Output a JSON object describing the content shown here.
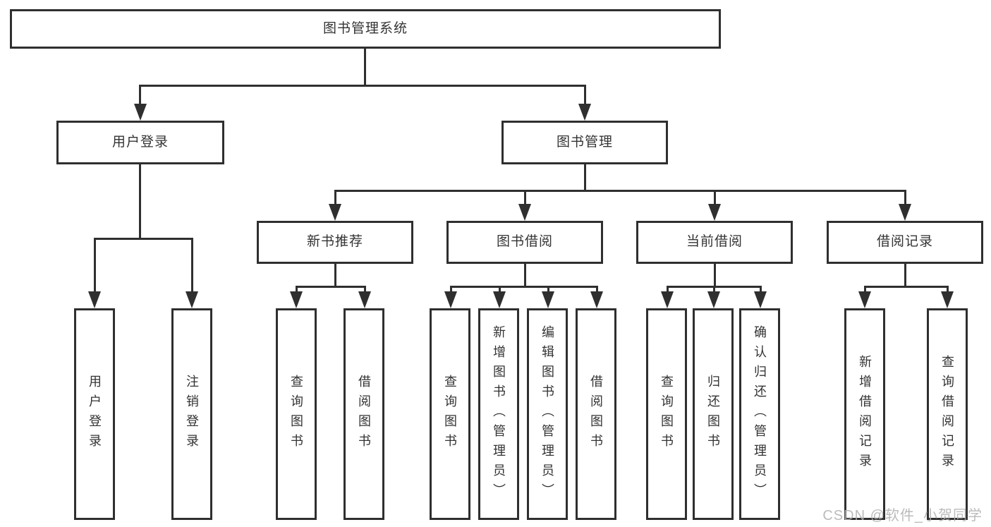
{
  "tree": {
    "root": "图书管理系统",
    "branches": [
      {
        "label": "用户登录",
        "children": [
          "用户登录",
          "注销登录"
        ]
      },
      {
        "label": "图书管理",
        "children": [
          {
            "label": "新书推荐",
            "children": [
              "查询图书",
              "借阅图书"
            ]
          },
          {
            "label": "图书借阅",
            "children": [
              "查询图书",
              "新增图书（管理员）",
              "编辑图书（管理员）",
              "借阅图书"
            ]
          },
          {
            "label": "当前借阅",
            "children": [
              "查询图书",
              "归还图书",
              "确认归还（管理员）"
            ]
          },
          {
            "label": "借阅记录",
            "children": [
              "新增借阅记录",
              "查询借阅记录"
            ]
          }
        ]
      }
    ]
  },
  "watermark": {
    "text": "CSDN @软件_小贺同学"
  },
  "colors": {
    "line": "#2f2f2f",
    "text": "#333333",
    "watermark": "#b0b0b0",
    "background": "#ffffff"
  }
}
